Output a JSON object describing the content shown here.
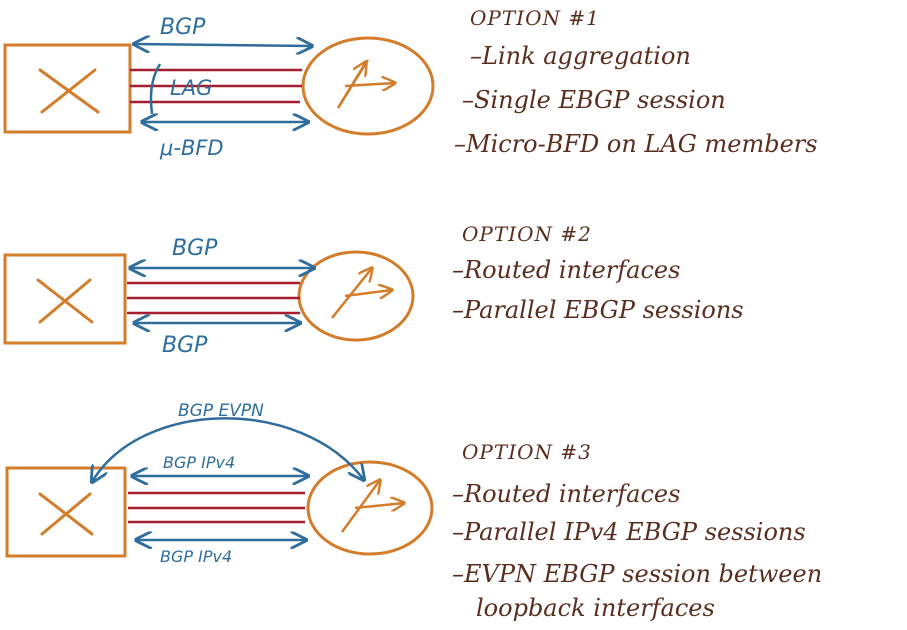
{
  "colors": {
    "box": "#d37c2a",
    "blue": "#2f6e9c",
    "red": "#a61e2e",
    "text": "#5a2e1e"
  },
  "options": [
    {
      "heading": "OPTION #1",
      "items": [
        "–Link aggregation",
        "–Single EBGP session",
        "–Micro-BFD on LAG members"
      ],
      "labels": {
        "top": "BGP",
        "lag": "LAG",
        "bottom": "μ-BFD"
      }
    },
    {
      "heading": "OPTION #2",
      "items": [
        "–Routed interfaces",
        "–Parallel EBGP sessions"
      ],
      "labels": {
        "top": "BGP",
        "bottom": "BGP"
      }
    },
    {
      "heading": "OPTION #3",
      "items": [
        "–Routed interfaces",
        "–Parallel IPv4 EBGP sessions",
        "–EVPN EBGP session between",
        "loopback interfaces"
      ],
      "labels": {
        "arc": "BGP EVPN",
        "top": "BGP IPv4",
        "bottom": "BGP IPv4"
      }
    }
  ]
}
